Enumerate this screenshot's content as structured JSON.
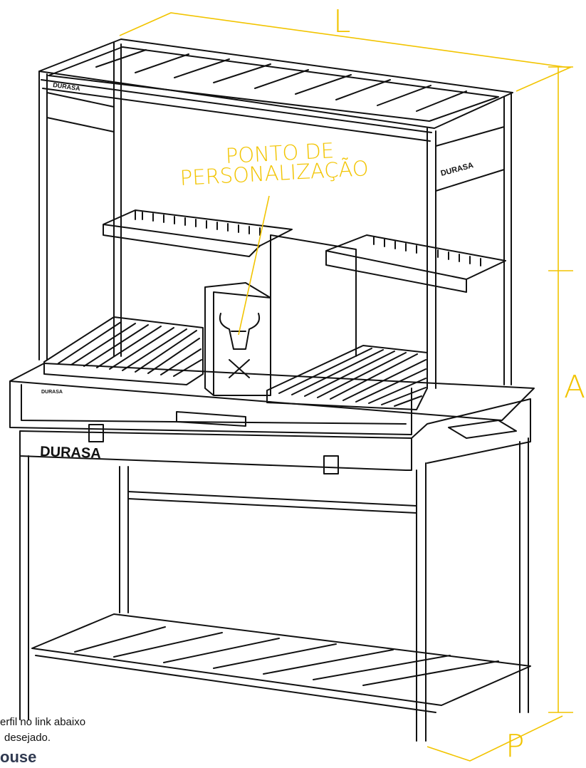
{
  "dimensions": {
    "width_label": "L",
    "height_label": "A",
    "depth_label": "P"
  },
  "callout": {
    "line1": "PONTO DE",
    "line2": "PERSONALIZAÇÃO"
  },
  "brand": {
    "front": "DURASA",
    "small": "DURASA"
  },
  "caption": {
    "line1": "erfil no link abaixo",
    "line2": "desejado.",
    "line3": "ouse"
  },
  "colors": {
    "accent": "#f2c400",
    "line": "#111111"
  }
}
